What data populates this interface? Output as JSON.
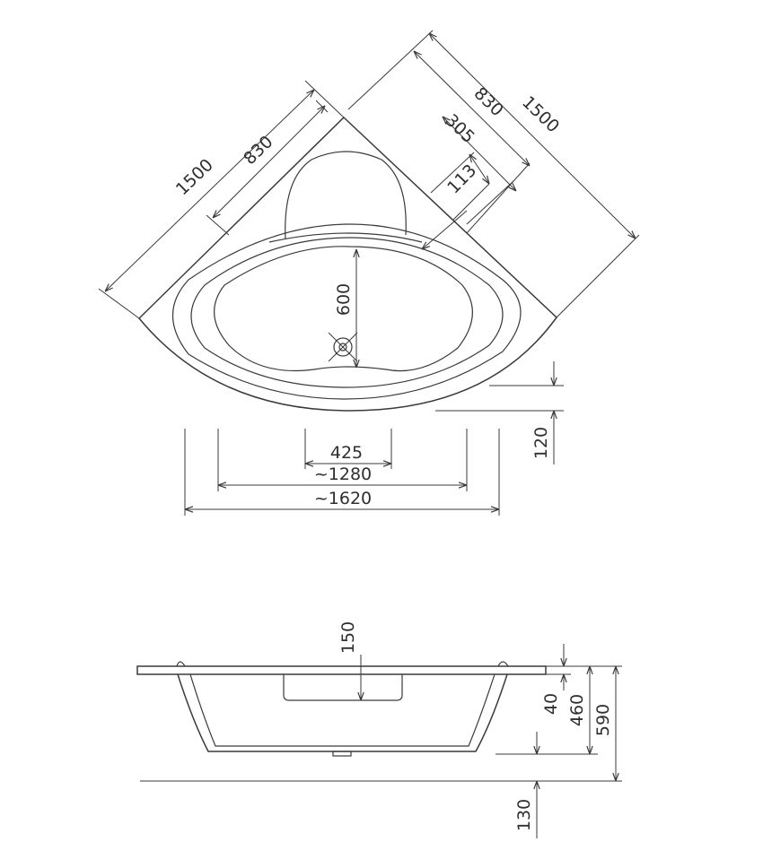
{
  "top_view": {
    "left_outer_length": "1500",
    "left_inner_length": "830",
    "right_outer_length": "1500",
    "right_inner_length": "830",
    "right_seat_length": "305",
    "right_offset": "113",
    "inner_depth": "600",
    "drain_offset": "425",
    "inner_width": "~1280",
    "outer_width": "~1620",
    "rim_depth": "120"
  },
  "side_view": {
    "step_height": "150",
    "rim_thickness": "40",
    "inner_height": "460",
    "total_height": "590",
    "leg_height": "130"
  }
}
